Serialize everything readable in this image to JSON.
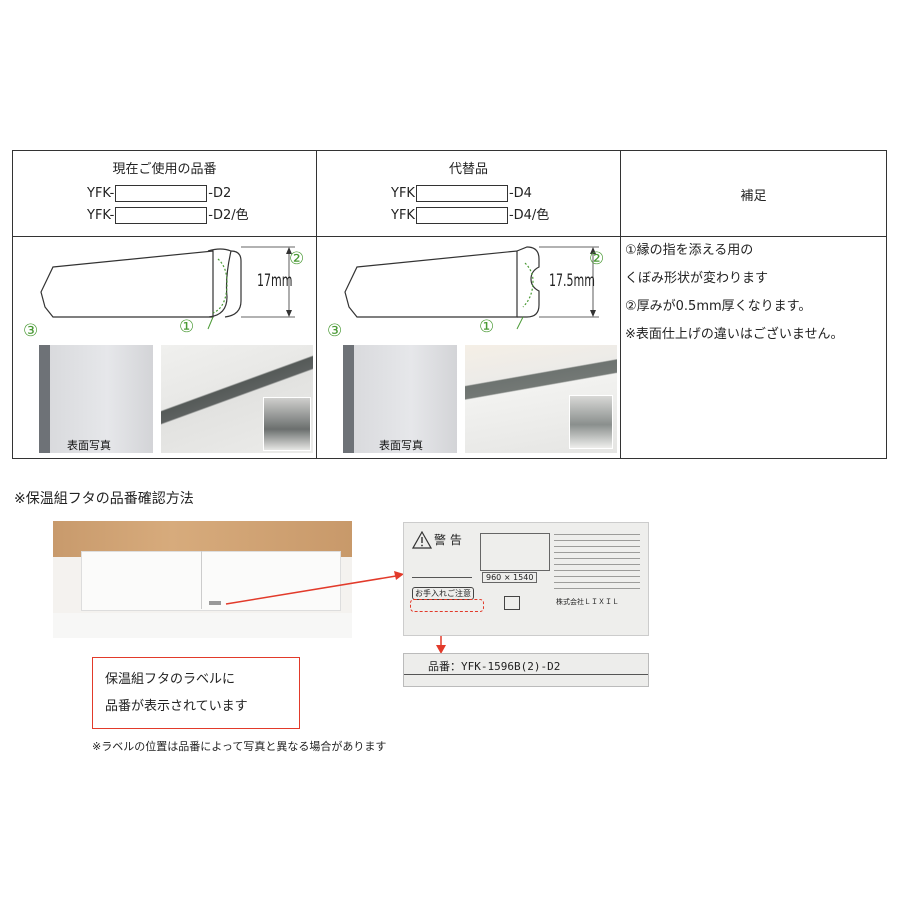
{
  "table": {
    "col1_title": "現在ご使用の品番",
    "col2_title": "代替品",
    "col3_title": "補足",
    "current_codes": [
      {
        "prefix": "YFK-",
        "suffix": "-D2"
      },
      {
        "prefix": "YFK-",
        "suffix": "-D2/色"
      }
    ],
    "replacement_codes": [
      {
        "prefix": "YFK",
        "suffix": "-D4"
      },
      {
        "prefix": "YFK",
        "suffix": "-D4/色"
      }
    ],
    "current_thickness": "17mm",
    "replacement_thickness": "17.5mm",
    "marker_1": "①",
    "marker_2": "②",
    "marker_3": "③",
    "photo_caption": "表面写真",
    "notes": [
      "①縁の指を添える用の",
      "くぼみ形状が変わります",
      "②厚みが0.5mm厚くなります。",
      "※表面仕上げの違いはございません。"
    ]
  },
  "section_title": "※保温組フタの品番確認方法",
  "label_box": {
    "line1": "保温組フタのラベルに",
    "line2": "品番が表示されています"
  },
  "label_image": {
    "warning": "警 告",
    "size_text": "960 × 1540",
    "caution": "お手入れご注意",
    "maker": "株式会社ＬＩＸＩＬ",
    "zoom_text": "品番：YFK-1596B(2)-D2"
  },
  "footnote": "※ラベルの位置は品番によって写真と異なる場合があります",
  "colors": {
    "marker_green": "#4a9a35",
    "accent_red": "#e23a2a",
    "border": "#333333"
  }
}
